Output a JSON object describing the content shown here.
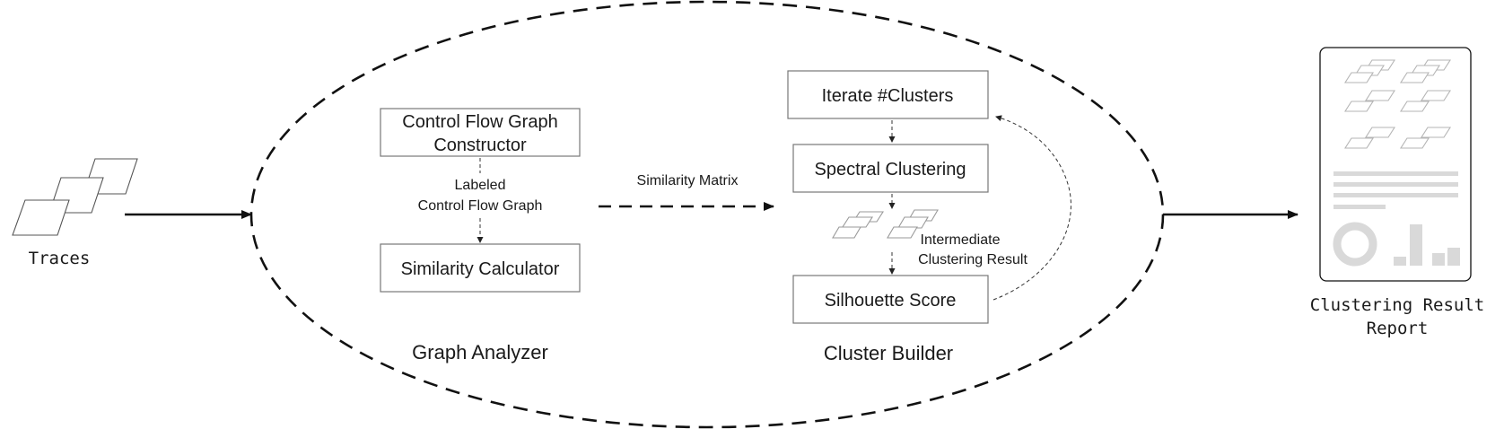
{
  "input": {
    "label": "Traces"
  },
  "output": {
    "label_line1": "Clustering Result",
    "label_line2": "Report"
  },
  "graph_analyzer": {
    "title": "Graph Analyzer",
    "box1_line1": "Control Flow Graph",
    "box1_line2": "Constructor",
    "edge_label_line1": "Labeled",
    "edge_label_line2": "Control Flow Graph",
    "box2": "Similarity Calculator"
  },
  "middle_edge": {
    "label": "Similarity Matrix"
  },
  "cluster_builder": {
    "title": "Cluster Builder",
    "box1": "Iterate #Clusters",
    "box2": "Spectral Clustering",
    "intermediate_line1": "Intermediate",
    "intermediate_line2": "Clustering Result",
    "box3": "Silhouette Score"
  },
  "colors": {
    "stroke": "#1a1a1a",
    "box_border": "#777777",
    "report_fill": "#d9d9d9"
  }
}
